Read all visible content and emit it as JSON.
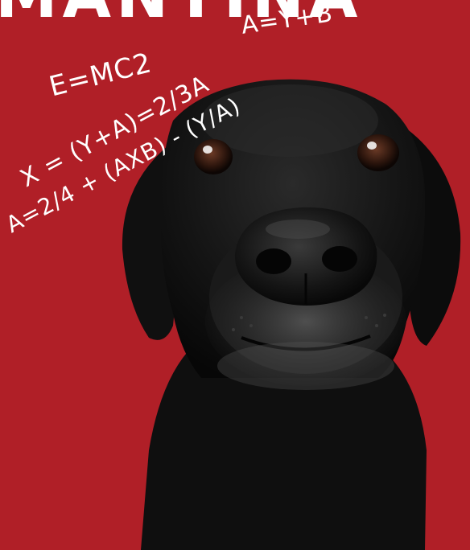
{
  "headline": "MANYINA",
  "formulas": {
    "f1": "A=Y+B",
    "f2": "E=MC2",
    "f3": "X = (Y+A)=2/3A",
    "f4": "A=2/4 + (AXB) - (Y/A)"
  },
  "colors": {
    "background": "#b01f27",
    "chalk": "#ffffff",
    "dog": "#141414"
  }
}
